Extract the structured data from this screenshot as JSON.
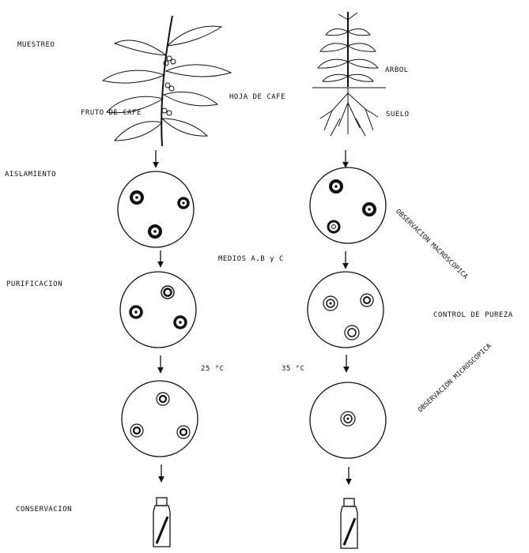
{
  "stages": {
    "muestreo": "MUESTREO",
    "aislamiento": "AISLAMIENTO",
    "purificacion": "PURIFICACION",
    "conservacion": "CONSERVACION"
  },
  "labels": {
    "hoja": "HOJA DE CAFE",
    "fruto": "FRUTO DE CAFE",
    "arbol": "ARBOL",
    "suelo": "SUELO",
    "medios": "MEDIOS A,B y C",
    "temp_left": "25 °C",
    "temp_right": "35 °C",
    "obs_macro": "OBSERVACION MACROSCOPICA",
    "control": "CONTROL DE PUREZA",
    "obs_micro": "OBSERVACION MICROSCOPICA"
  }
}
